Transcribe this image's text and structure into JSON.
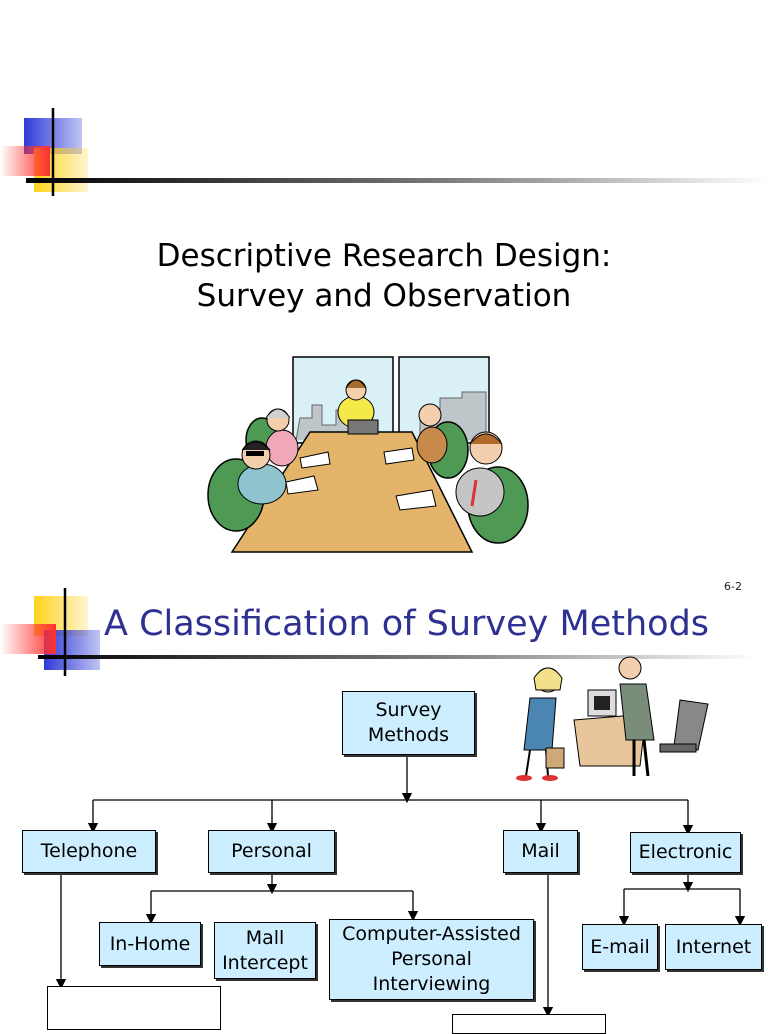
{
  "slide1": {
    "title_line1": "Descriptive Research Design:",
    "title_line2": "Survey and Observation",
    "illustration": "meeting-clipart"
  },
  "slide2": {
    "page_number": "6-2",
    "title": "A Classification of Survey Methods",
    "illustration": "office-clipart",
    "nodes": {
      "root": "Survey\nMethods",
      "telephone": "Telephone",
      "personal": "Personal",
      "mail": "Mail",
      "electronic": "Electronic",
      "in_home": "In-Home",
      "mall_intercept": "Mall\nIntercept",
      "capi": "Computer-Assisted\nPersonal\nInterviewing",
      "email": "E-mail",
      "internet": "Internet"
    }
  },
  "colors": {
    "title_blue": "#2e3192",
    "box_fill": "#cceeff",
    "deco_blue": "#2f3bd6",
    "deco_yellow": "#ffd21a",
    "deco_red": "#ff4040"
  }
}
